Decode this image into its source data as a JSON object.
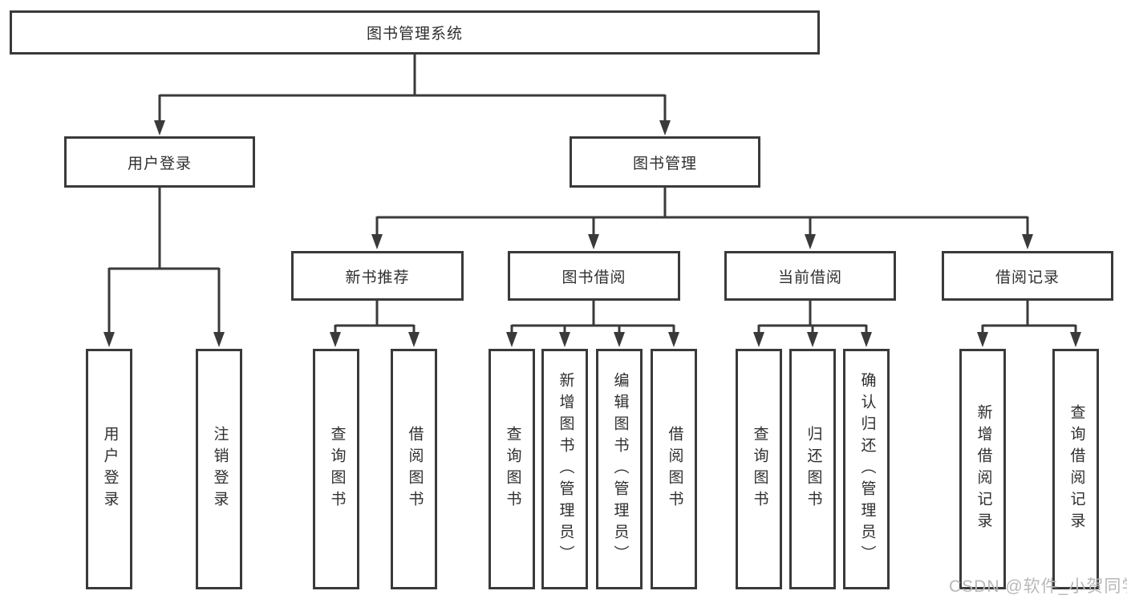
{
  "diagram": {
    "root": {
      "label": "图书管理系统"
    },
    "level2": {
      "user_login": {
        "label": "用户登录"
      },
      "book_management": {
        "label": "图书管理"
      }
    },
    "level3": {
      "new_book_recommend": {
        "label": "新书推荐"
      },
      "book_borrow": {
        "label": "图书借阅"
      },
      "current_borrow": {
        "label": "当前借阅"
      },
      "borrow_record": {
        "label": "借阅记录"
      }
    },
    "leaves": {
      "user_login_leaf": {
        "label": "用户登录"
      },
      "logout_leaf": {
        "label": "注销登录"
      },
      "recommend_query_books": {
        "label": "查询图书"
      },
      "recommend_borrow_books": {
        "label": "借阅图书"
      },
      "borrow_query_books": {
        "label": "查询图书"
      },
      "borrow_add_books": {
        "label": "新增图书（管理员）"
      },
      "borrow_edit_books": {
        "label": "编辑图书（管理员）"
      },
      "borrow_borrow_books": {
        "label": "借阅图书"
      },
      "current_query_books": {
        "label": "查询图书"
      },
      "current_return_books": {
        "label": "归还图书"
      },
      "current_confirm_return": {
        "label": "确认归还（管理员）"
      },
      "record_add_record": {
        "label": "新增借阅记录"
      },
      "record_query_record": {
        "label": "查询借阅记录"
      }
    }
  },
  "watermark": {
    "text": "CSDN @软件_小贺同学"
  },
  "colors": {
    "line": "#3a3a3a",
    "text": "#2f2f2f",
    "watermark": "#b8b8b8",
    "background": "#ffffff"
  }
}
